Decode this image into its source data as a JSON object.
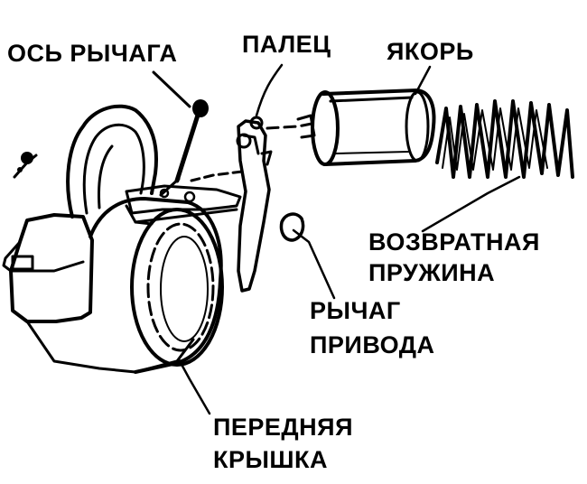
{
  "labels": {
    "lever_axis": "ОСЬ РЫЧАГА",
    "finger": "ПАЛЕЦ",
    "armature": "ЯКОРЬ",
    "return_spring_line1": "ВОЗВРАТНАЯ",
    "return_spring_line2": "ПРУЖИНА",
    "drive_lever_line1": "РЫЧАГ",
    "drive_lever_line2": "ПРИВОДА",
    "front_cover_line1": "ПЕРЕДНЯЯ",
    "front_cover_line2": "КРЫШКА"
  },
  "colors": {
    "ink": "#000000",
    "paper": "#ffffff"
  }
}
